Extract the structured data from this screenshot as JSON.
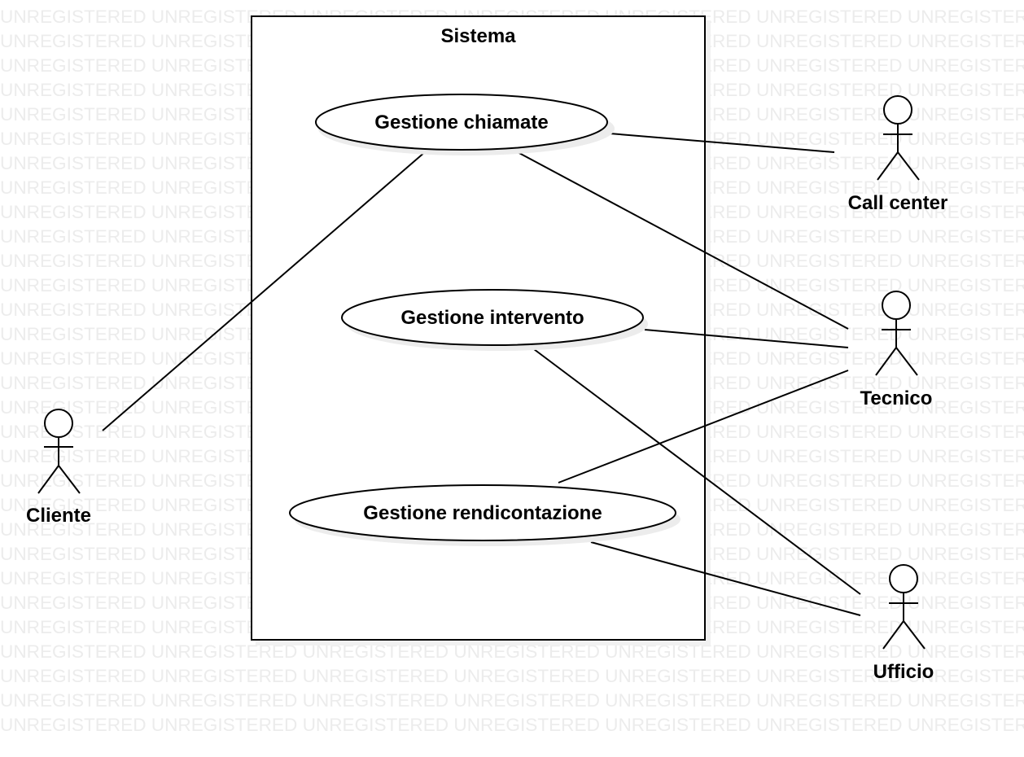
{
  "watermark": {
    "text": "UNREGISTERED"
  },
  "system": {
    "title": "Sistema"
  },
  "use_cases": [
    {
      "id": "uc-chiamate",
      "label": "Gestione chiamate"
    },
    {
      "id": "uc-intervento",
      "label": "Gestione intervento"
    },
    {
      "id": "uc-rendicontazione",
      "label": "Gestione rendicontazione"
    }
  ],
  "actors": [
    {
      "id": "actor-cliente",
      "label": "Cliente"
    },
    {
      "id": "actor-call-center",
      "label": "Call center"
    },
    {
      "id": "actor-tecnico",
      "label": "Tecnico"
    },
    {
      "id": "actor-ufficio",
      "label": "Ufficio"
    }
  ],
  "associations": [
    {
      "from": "actor-cliente",
      "to": "uc-chiamate"
    },
    {
      "from": "actor-call-center",
      "to": "uc-chiamate"
    },
    {
      "from": "actor-tecnico",
      "to": "uc-chiamate"
    },
    {
      "from": "actor-tecnico",
      "to": "uc-intervento"
    },
    {
      "from": "actor-tecnico",
      "to": "uc-rendicontazione"
    },
    {
      "from": "actor-ufficio",
      "to": "uc-intervento"
    },
    {
      "from": "actor-ufficio",
      "to": "uc-rendicontazione"
    }
  ],
  "colors": {
    "stroke": "#000000",
    "watermark": "#ececec",
    "shadow": "#ececec"
  }
}
